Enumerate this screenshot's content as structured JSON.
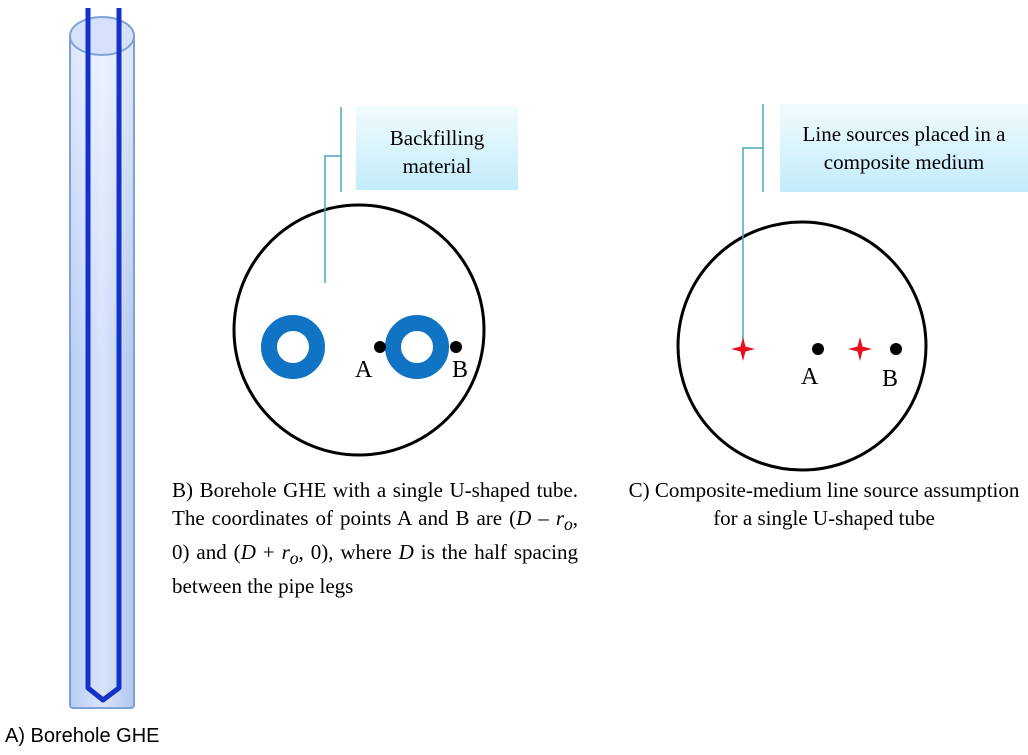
{
  "panel_a": {
    "caption": "A) Borehole GHE"
  },
  "panel_b": {
    "callout": "Backfilling material",
    "point_a": "A",
    "point_b": "B",
    "caption": {
      "p1": "B) Borehole GHE with a single U-shaped tube. The coordinates of points A and B are (",
      "d1": "D",
      "p2": " – ",
      "r1": "r",
      "o1": "o",
      "p3": ", 0) and (",
      "d2": "D",
      "p4": " + ",
      "r2": "r",
      "o2": "o",
      "p5": ", 0), where ",
      "d3": "D",
      "p6": " is the half spacing between the pipe legs"
    }
  },
  "panel_c": {
    "callout": "Line sources placed in a composite medium",
    "point_a": "A",
    "point_b": "B",
    "caption": "C) Composite-medium line source assumption for a single U-shaped tube"
  },
  "colors": {
    "pipe_ring": "#1173c4",
    "leader_line": "#4fa4bd",
    "line_source": "#e8101c",
    "borehole_outline": "#7ea2d8",
    "tube": "#1432c8"
  }
}
